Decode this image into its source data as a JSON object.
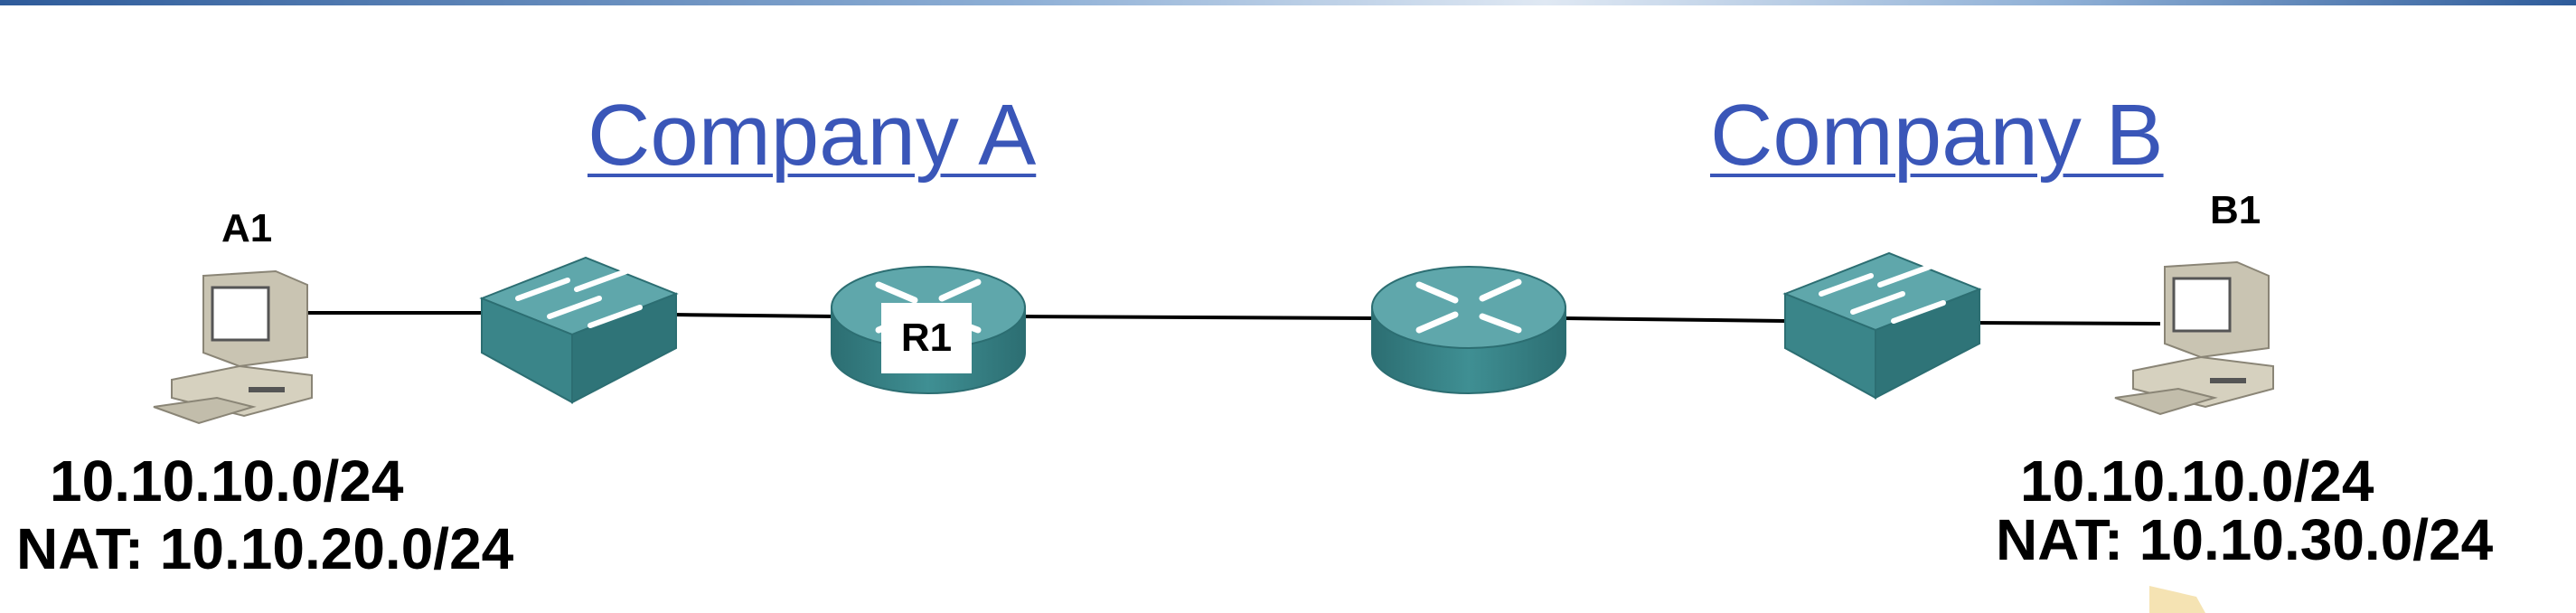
{
  "companies": {
    "a": "Company A",
    "b": "Company B"
  },
  "hosts": {
    "a1": "A1",
    "b1": "B1"
  },
  "router": {
    "r1": "R1"
  },
  "company_a": {
    "network": "10.10.10.0/24",
    "nat": "NAT: 10.10.20.0/24"
  },
  "company_b": {
    "network": "10.10.10.0/24",
    "nat": "NAT: 10.10.30.0/24"
  },
  "colors": {
    "device": "#3f8f93",
    "device_dark": "#2c6e72",
    "link": "#000000",
    "title": "#3a56b8"
  }
}
